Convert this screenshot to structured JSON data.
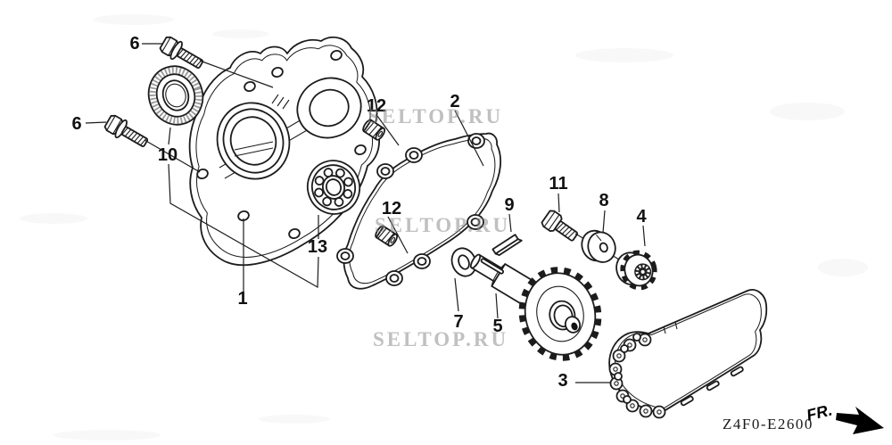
{
  "diagram": {
    "code": "Z4F0-E2600",
    "front_label": "FR.",
    "watermark": "SELTOP.RU",
    "line_color": "#1c1c1c",
    "background": "#ffffff"
  },
  "callouts": {
    "bolt_upper": "6",
    "bolt_lower": "6",
    "oil_seal": "10",
    "cover": "1",
    "bearing": "13",
    "dowel_upper": "12",
    "dowel_lower": "12",
    "gasket": "2",
    "key": "9",
    "sprocket_bolt": "11",
    "washer": "8",
    "sprocket_small": "4",
    "oring": "7",
    "shaft": "5",
    "chain": "3"
  }
}
